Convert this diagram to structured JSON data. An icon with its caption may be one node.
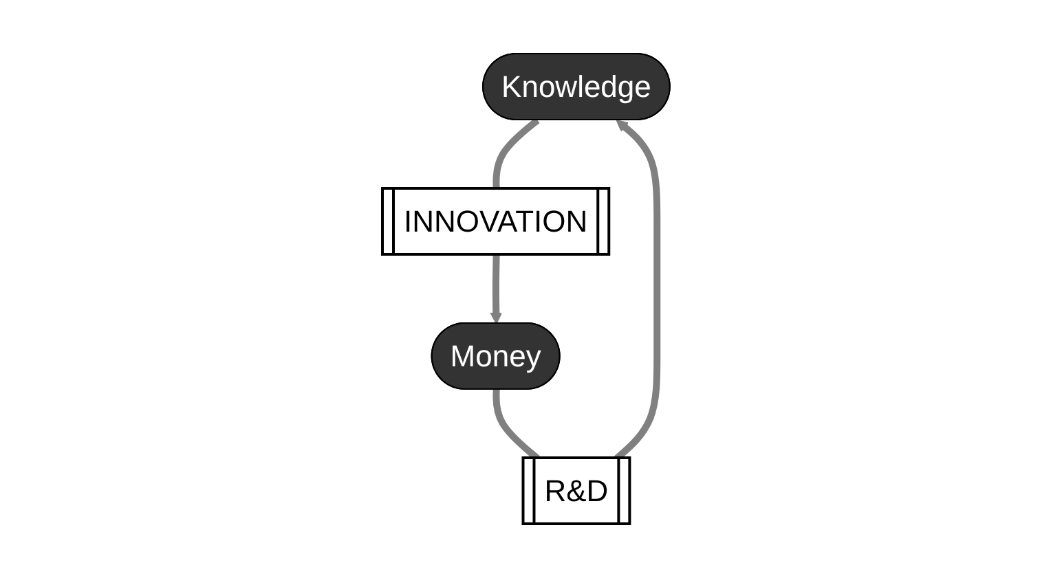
{
  "diagram": {
    "nodes": [
      {
        "text": [
          "Knowledge"
        ]
      },
      {
        "text": [
          "R&D"
        ]
      },
      {
        "text": [
          "INNOVATION"
        ]
      },
      {
        "text": [
          "Money"
        ]
      }
    ],
    "edges": [
      {
        "from": 3,
        "to": 1,
        "arrow": "none"
      },
      {
        "from": 1,
        "to": 0,
        "arrow": "to"
      },
      {
        "from": 0,
        "to": 2,
        "arrow": "none"
      },
      {
        "from": 2,
        "to": 3,
        "arrow": "to"
      }
    ]
  }
}
